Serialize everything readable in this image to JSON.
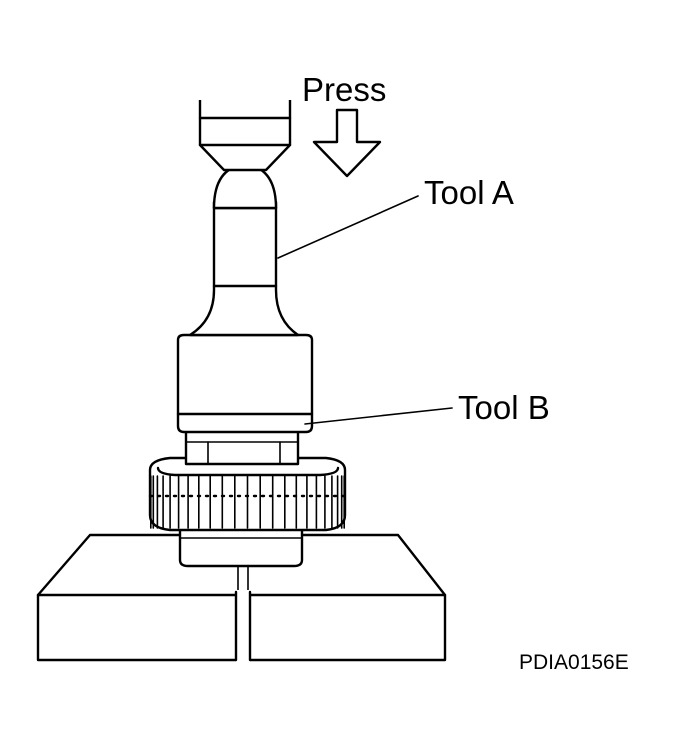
{
  "labels": {
    "press": "Press",
    "tool_a": "Tool A",
    "tool_b": "Tool B",
    "figure_code": "PDIA0156E"
  }
}
